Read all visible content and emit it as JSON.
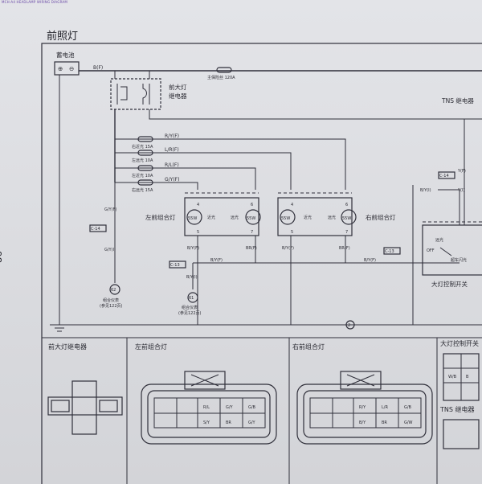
{
  "caption": "MCH-A4 HEADLAMP WIRING DIAGRAM",
  "title": "前照灯",
  "page_number": "98",
  "components": {
    "battery": "蓄电池",
    "battery_plus": "⊕",
    "battery_minus": "⊖",
    "headlamp_relay": [
      "前大灯",
      "继电器"
    ],
    "main_fuse": "主保险丝 120A",
    "tns_relay": "TNS 继电器",
    "left_lamp": "左前组合灯",
    "right_lamp": "右前组合灯",
    "switch": "大灯控制开关",
    "switch_off": "OFF",
    "switch_far": "远光",
    "switch_flash": "超车闪光",
    "meter1": "组合仪表",
    "meter1_ref": "(参见122页)",
    "meter2": "组合仪表",
    "meter2_ref": "(参见122页)"
  },
  "fuses": [
    {
      "label": "右近光 15A",
      "wire": "R/Y(F)"
    },
    {
      "label": "左远光 10A",
      "wire": "L/R(F)"
    },
    {
      "label": "左近光 10A",
      "wire": "R/L(F)"
    },
    {
      "label": "右远光 15A",
      "wire": "G/Y(F)"
    }
  ],
  "wires": {
    "battery_out": "B(F)",
    "left_top": "G/Y(F)",
    "left_mid": "G/Y(I)",
    "c14": "C-14",
    "c13": "C-13",
    "c13b": "C-13",
    "left_b1": "B/Y(F)",
    "left_b2": "BR(F)",
    "right_b1": "B/Y(F)",
    "right_b2": "BR(F)",
    "by_f": "B/Y(F)",
    "by_i": "B/Y(I)",
    "by_f2": "B/Y(F)",
    "by_i2": "B/Y(I)",
    "y_f": "Y(F)",
    "y_i": "Y(I)",
    "c14b": "C-14"
  },
  "lamps": {
    "bulb": "55W",
    "near": "近光",
    "far": "远光",
    "pin_4": "4",
    "pin_6": "6",
    "pin_5": "5",
    "pin_7": "7"
  },
  "meters": {
    "n1": "62",
    "n2": "61"
  },
  "ground_num": "2",
  "sections": [
    "前大灯继电器",
    "左前组合灯",
    "右前组合灯",
    "大灯控制开关",
    "TNS 继电器"
  ],
  "left_connector": {
    "row1": [
      "",
      "",
      "R/L",
      "G/Y",
      "G/B"
    ],
    "row2": [
      "",
      "",
      "S/Y",
      "BR",
      "G/Y"
    ]
  },
  "right_connector": {
    "row1": [
      "",
      "",
      "R/Y",
      "L/R",
      "G/B"
    ],
    "row2": [
      "",
      "",
      "B/Y",
      "BR",
      "G/W"
    ]
  },
  "switch_connector": [
    "W/B",
    "B"
  ]
}
